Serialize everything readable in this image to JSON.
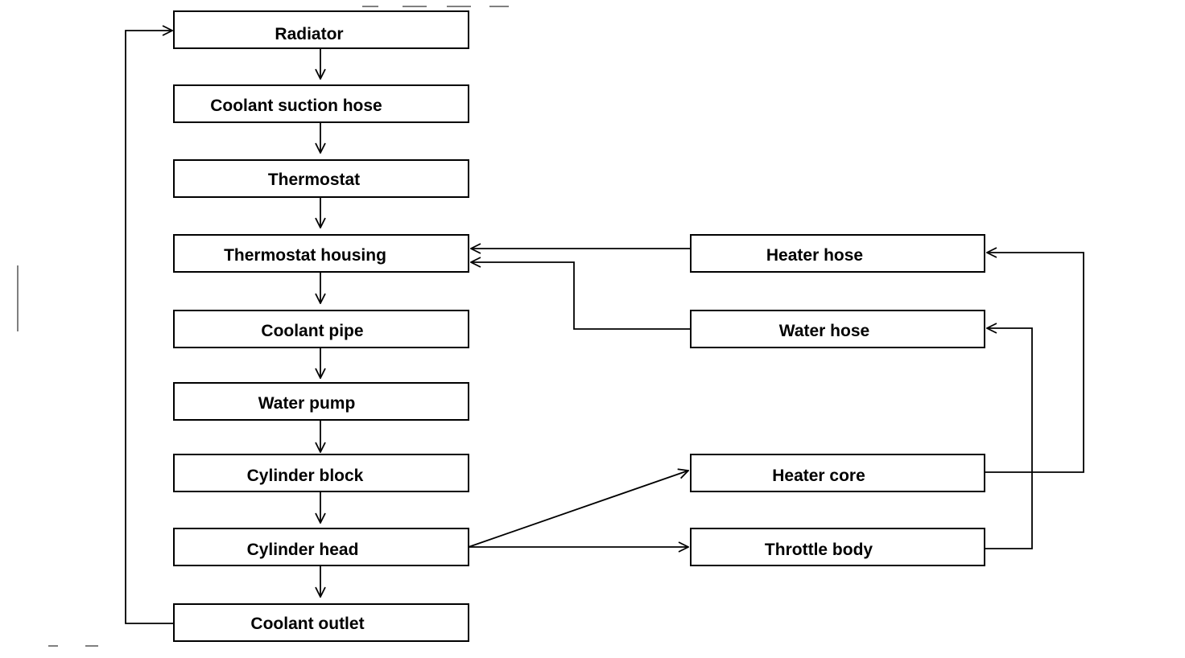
{
  "diagram": {
    "nodes": {
      "radiator": "Radiator",
      "coolant_suction_hose": "Coolant suction hose",
      "thermostat": "Thermostat",
      "thermostat_housing": "Thermostat housing",
      "coolant_pipe": "Coolant pipe",
      "water_pump": "Water pump",
      "cylinder_block": "Cylinder block",
      "cylinder_head": "Cylinder head",
      "coolant_outlet": "Coolant outlet",
      "heater_hose": "Heater hose",
      "water_hose": "Water hose",
      "heater_core": "Heater core",
      "throttle_body": "Throttle body"
    }
  }
}
